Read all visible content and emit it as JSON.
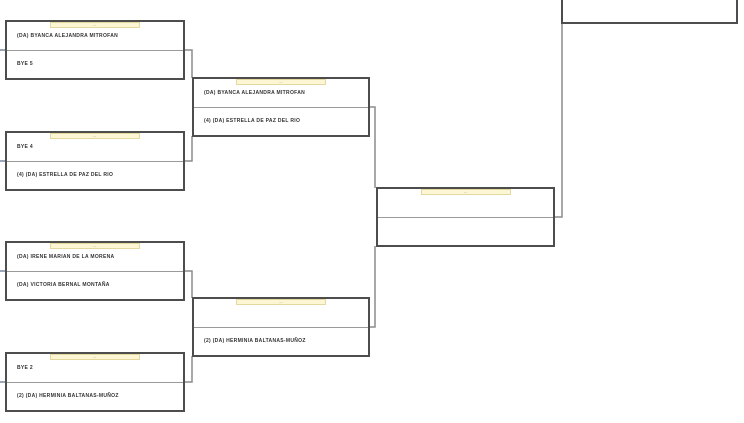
{
  "bracket": {
    "strip_label": "—",
    "colors": {
      "box_border": "#4d4d4d",
      "divider": "#9a9a9a",
      "connector": "#8c8c8c",
      "edge_stub": "#9aa7b8",
      "strip_fill": "#fcf6d4",
      "strip_border": "#e3d99f"
    },
    "round1": {
      "match1": {
        "slot1": "(DA) BYANCA ALEJANDRA MITROFAN",
        "slot2": "BYE 5"
      },
      "match2": {
        "slot1": "BYE 4",
        "slot2": "(4) (DA) ESTRELLA DE PAZ DEL RIO"
      },
      "match3": {
        "slot1": "(DA) IRENE MARIAN DE LA MORENA",
        "slot2": "(DA) VICTORIA BERNAL MONTAÑA"
      },
      "match4": {
        "slot1": "BYE 2",
        "slot2": "(2) (DA) HERMINIA BALTANAS-MUÑOZ"
      }
    },
    "round2": {
      "match1": {
        "slot1": "(DA) BYANCA ALEJANDRA MITROFAN",
        "slot2": "(4) (DA) ESTRELLA DE PAZ DEL RIO"
      },
      "match2": {
        "slot1": "",
        "slot2": "(2) (DA) HERMINIA BALTANAS-MUÑOZ"
      }
    },
    "round3": {
      "match1": {
        "slot1": "",
        "slot2": ""
      }
    },
    "carryover": {
      "slot1": "",
      "slot2": ""
    }
  }
}
